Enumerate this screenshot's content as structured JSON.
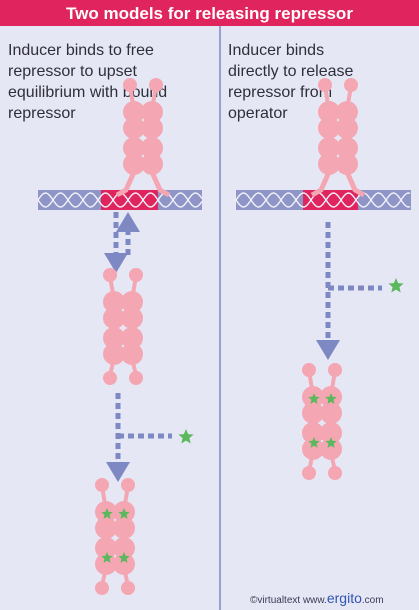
{
  "title": "Two models for releasing repressor",
  "left_model": {
    "caption": "Inducer binds to free\nrepressor to upset\nequilibrium with bound\nrepressor"
  },
  "right_model": {
    "caption": "Inducer binds\ndirectly to release\nrepressor from\noperator"
  },
  "credit": {
    "copyright": "©virtualtext  www.",
    "brand": "ergito",
    "suffix": ".com"
  },
  "colors": {
    "title_bar": "#e0245e",
    "background": "#e6e7f5",
    "repressor": "#f4a6b3",
    "dna": "#8f96c7",
    "operator": "#e0245e",
    "inducer": "#5cb85c",
    "arrow": "#7e89c4"
  },
  "icons": [
    "repressor-tetramer",
    "dna-operator",
    "inducer-star",
    "dashed-arrow"
  ]
}
